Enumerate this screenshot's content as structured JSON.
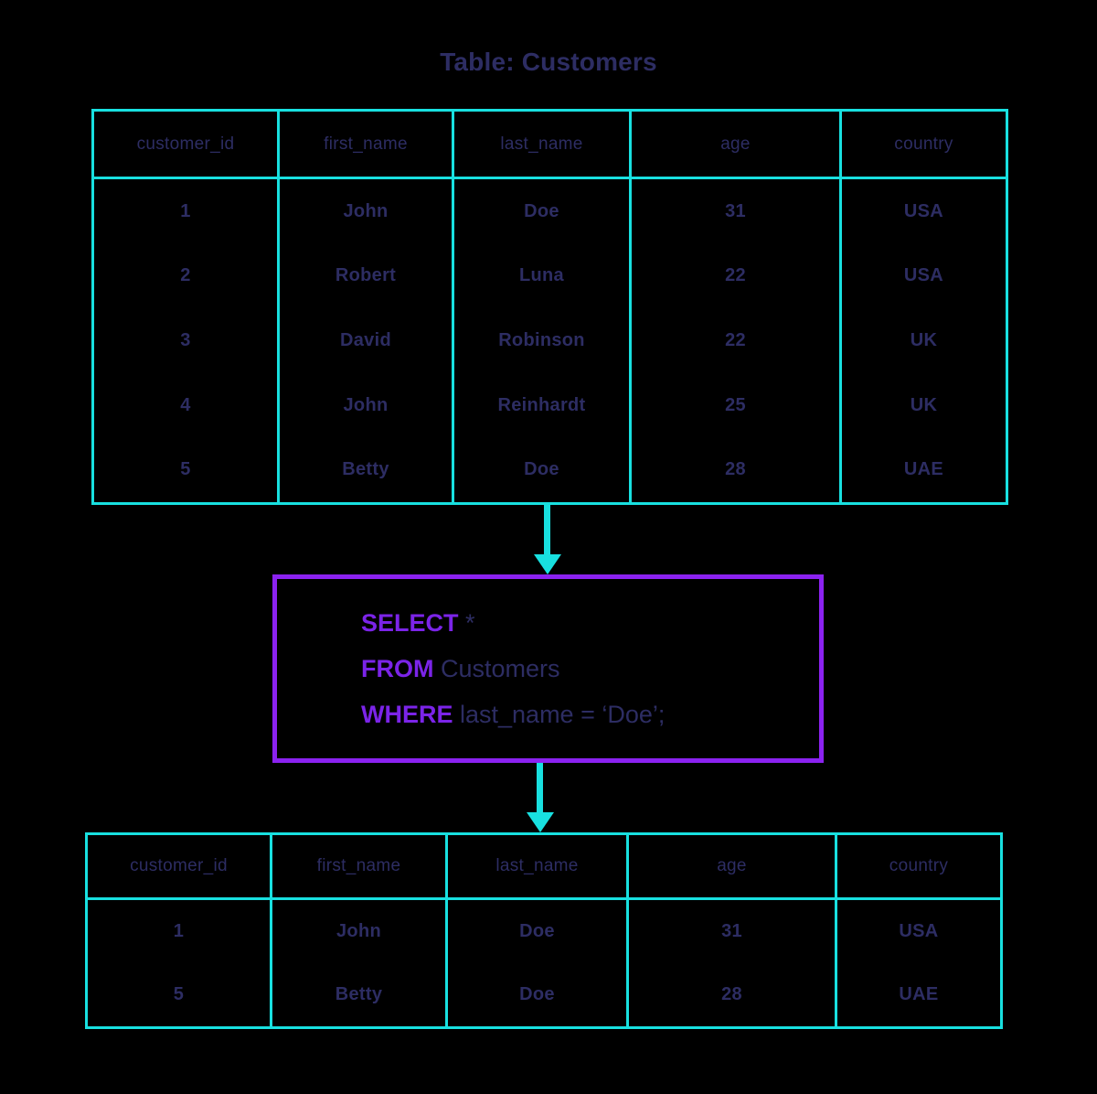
{
  "title": "Table: Customers",
  "colors": {
    "background": "#000000",
    "table_border": "#18e0e0",
    "text_navy": "#2d2d63",
    "query_border": "#8b22f0",
    "keyword_purple": "#7b24e8",
    "arrow": "#18e0e0"
  },
  "source_table": {
    "name": "Customers",
    "columns": [
      "customer_id",
      "first_name",
      "last_name",
      "age",
      "country"
    ],
    "rows": [
      [
        "1",
        "John",
        "Doe",
        "31",
        "USA"
      ],
      [
        "2",
        "Robert",
        "Luna",
        "22",
        "USA"
      ],
      [
        "3",
        "David",
        "Robinson",
        "22",
        "UK"
      ],
      [
        "4",
        "John",
        "Reinhardt",
        "25",
        "UK"
      ],
      [
        "5",
        "Betty",
        "Doe",
        "28",
        "UAE"
      ]
    ]
  },
  "query": {
    "lines": [
      {
        "keyword": "SELECT",
        "rest": " *"
      },
      {
        "keyword": "FROM",
        "rest": " Customers"
      },
      {
        "keyword": "WHERE",
        "rest": " last_name = ‘Doe’;"
      }
    ],
    "full_text": "SELECT * FROM Customers WHERE last_name = ‘Doe’;"
  },
  "result_table": {
    "columns": [
      "customer_id",
      "first_name",
      "last_name",
      "age",
      "country"
    ],
    "rows": [
      [
        "1",
        "John",
        "Doe",
        "31",
        "USA"
      ],
      [
        "5",
        "Betty",
        "Doe",
        "28",
        "UAE"
      ]
    ]
  },
  "arrows": [
    {
      "name": "arrow-table-to-query",
      "direction": "down"
    },
    {
      "name": "arrow-query-to-result",
      "direction": "down"
    }
  ]
}
